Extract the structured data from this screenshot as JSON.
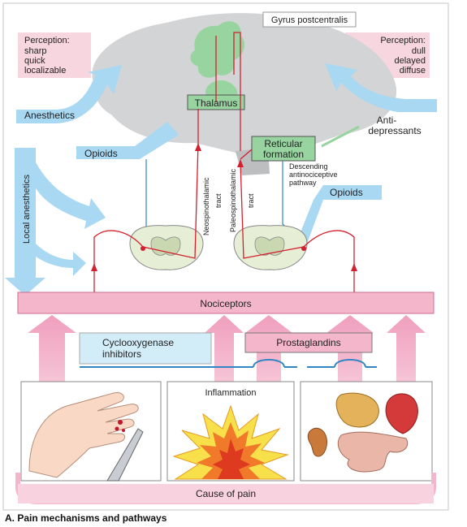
{
  "labels": {
    "gyrus": "Gyrus postcentralis",
    "perception_left": [
      "Perception:",
      "sharp",
      "quick",
      "localizable"
    ],
    "perception_right": [
      "Perception:",
      "dull",
      "delayed",
      "diffuse"
    ],
    "anesthetics": "Anesthetics",
    "antidepressants": [
      "Anti-",
      "depressants"
    ],
    "thalamus": "Thalamus",
    "reticular": [
      "Reticular",
      "formation"
    ],
    "opioids_left": "Opioids",
    "opioids_right": "Opioids",
    "descending": [
      "Descending",
      "antinociceptive",
      "pathway"
    ],
    "local_anesthetics": "Local anesthetics",
    "neo_tract": [
      "Neospinothalamic",
      "tract"
    ],
    "paleo_tract": [
      "Paleospinothalamic",
      "tract"
    ],
    "nociceptors": "Nociceptors",
    "cox": [
      "Cyclooxygenase",
      "inhibitors"
    ],
    "prostaglandins": "Prostaglandins",
    "inflammation": "Inflammation",
    "cause": "Cause of pain"
  },
  "caption": "A. Pain mechanisms and pathways",
  "colors": {
    "pink": "#f4b6cb",
    "pink_dark": "#e57fa3",
    "blue": "#a9d8f2",
    "brain": "#d2d3d5",
    "thalamus": "#98d4a0",
    "red": "#d3202e"
  }
}
